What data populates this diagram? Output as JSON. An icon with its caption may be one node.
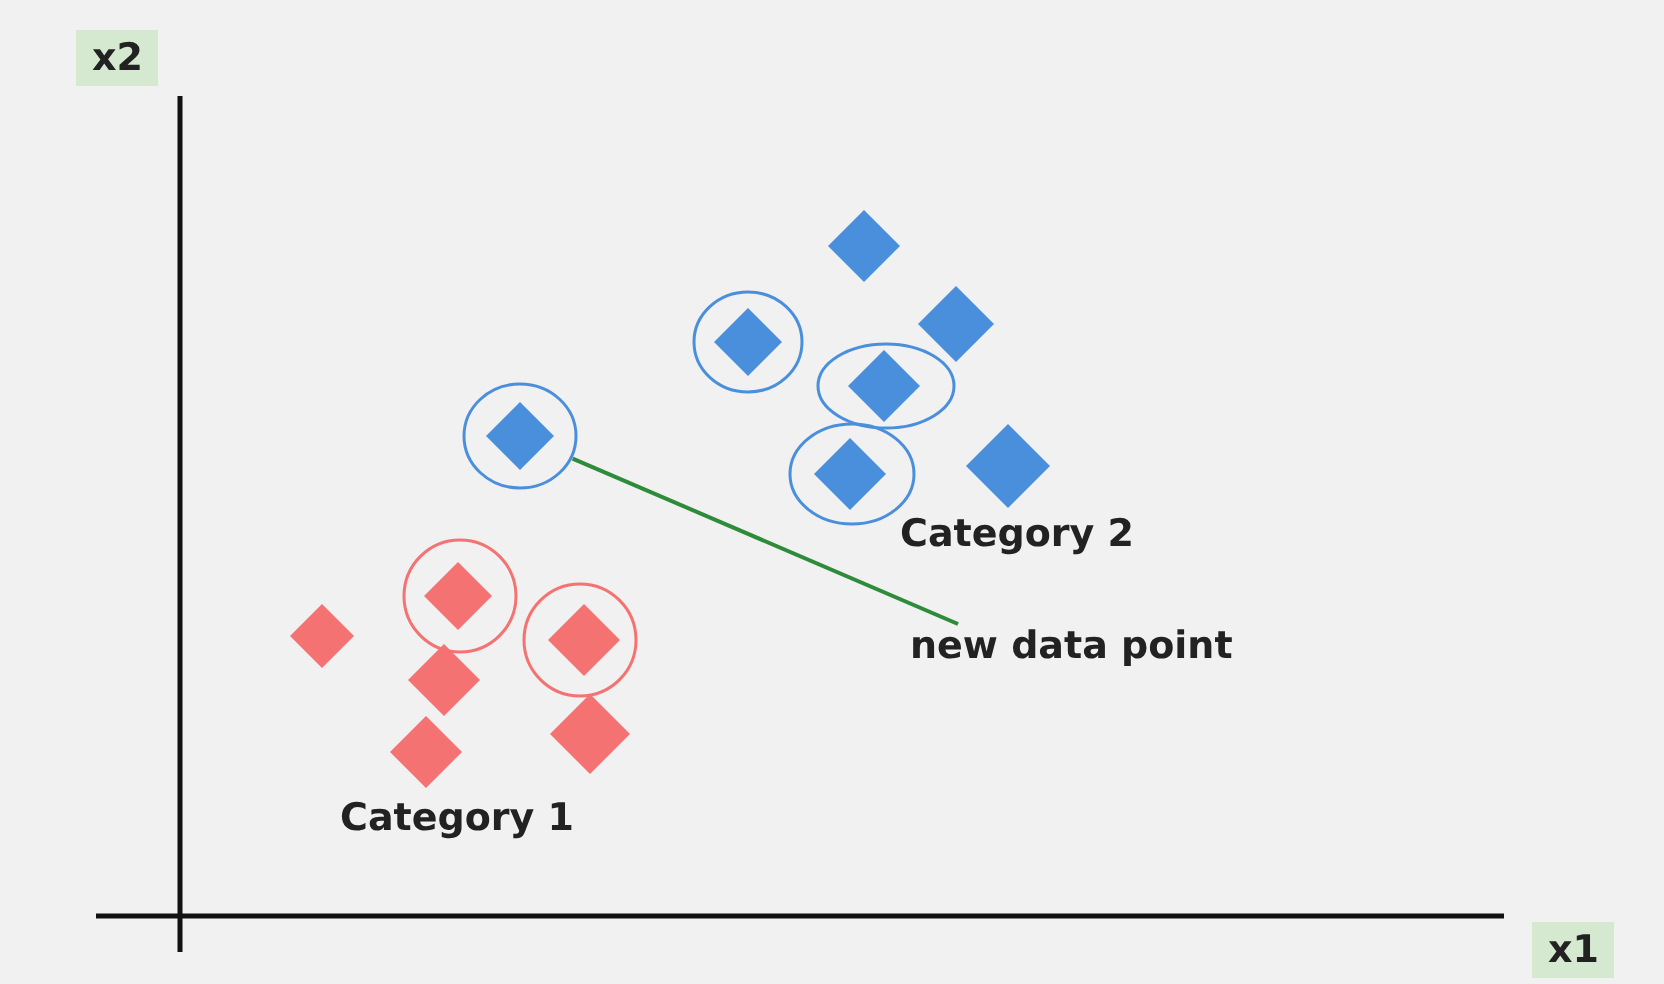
{
  "diagram": {
    "nodes": [
      {
        "text": [
          "new data point"
        ]
      },
      {
        "text": [],
        "shape": "circle"
      }
    ],
    "edges": [
      {
        "from": 0,
        "to": 1,
        "arrow": "none"
      }
    ],
    "labels": [
      "x2",
      "Category 2",
      "Category 1",
      "x1"
    ]
  }
}
